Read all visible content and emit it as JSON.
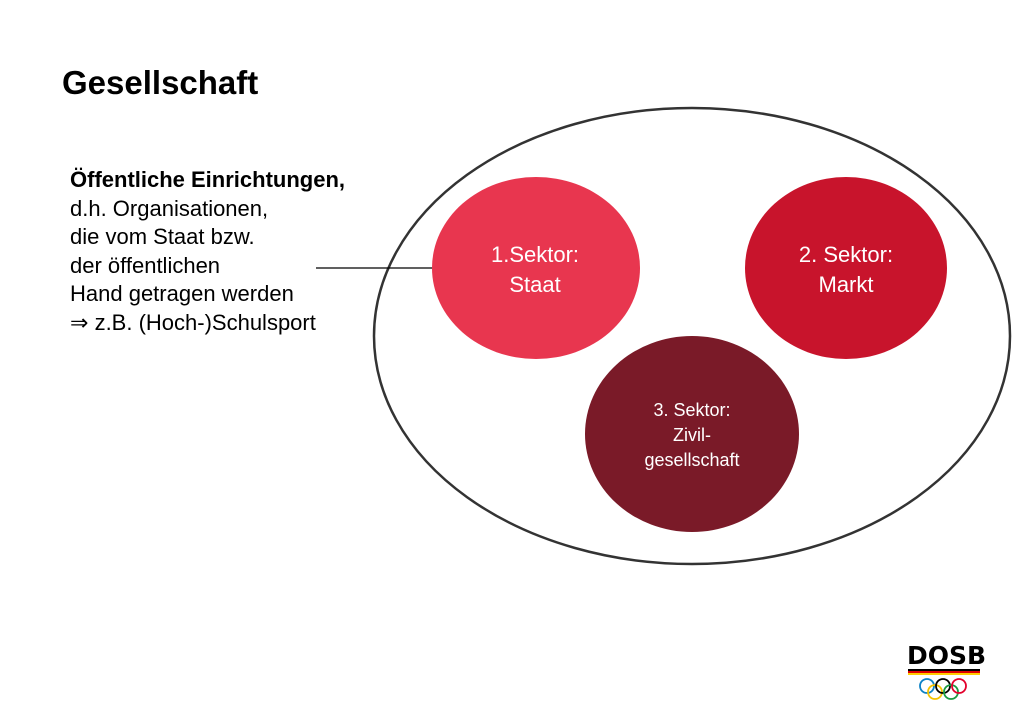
{
  "title": "Gesellschaft",
  "text_lines": [
    "Öffentliche Einrichtungen,",
    "d.h. Organisationen,",
    "die vom Staat bzw.",
    "der öffentlichen",
    "Hand getragen werden",
    "z.B. (Hoch-)Schulsport"
  ],
  "implies_symbol": "⇒",
  "sectors": [
    {
      "line1": "1.Sektor:",
      "line2": "Staat",
      "line3": "",
      "color": "#e8364f"
    },
    {
      "line1": "2. Sektor:",
      "line2": "Markt",
      "line3": "",
      "color": "#c8142c"
    },
    {
      "line1": "3. Sektor:",
      "line2": "Zivil-",
      "line3": "gesellschaft",
      "color": "#7a1a28"
    }
  ],
  "outer_ellipse_color": "#333333",
  "logo": {
    "text": "DOSB",
    "ring_colors": [
      "#0b81c5",
      "#f4c300",
      "#000000",
      "#1a9b40",
      "#e3002b"
    ]
  }
}
